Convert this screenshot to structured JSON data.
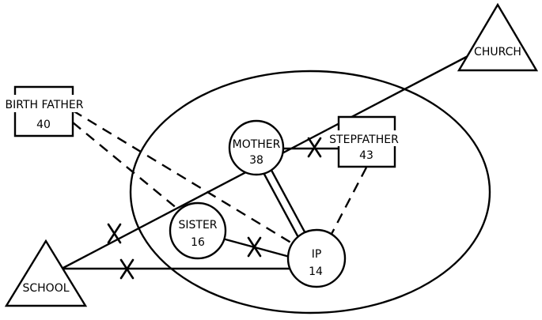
{
  "nodes": {
    "church": {
      "label": "CHURCH"
    },
    "birth_father": {
      "label": "BIRTH FATHER",
      "age": "40"
    },
    "mother": {
      "label": "MOTHER",
      "age": "38"
    },
    "stepfather": {
      "label": "STEPFATHER",
      "age": "43"
    },
    "sister": {
      "label": "SISTER",
      "age": "16"
    },
    "ip": {
      "label": "IP",
      "age": "14"
    },
    "school": {
      "label": "SCHOOL"
    }
  },
  "colors": {
    "stroke": "#000000",
    "background": "#ffffff"
  },
  "legend_icons": [
    "triangle-icon",
    "square-icon",
    "circle-icon",
    "cross-icon"
  ]
}
